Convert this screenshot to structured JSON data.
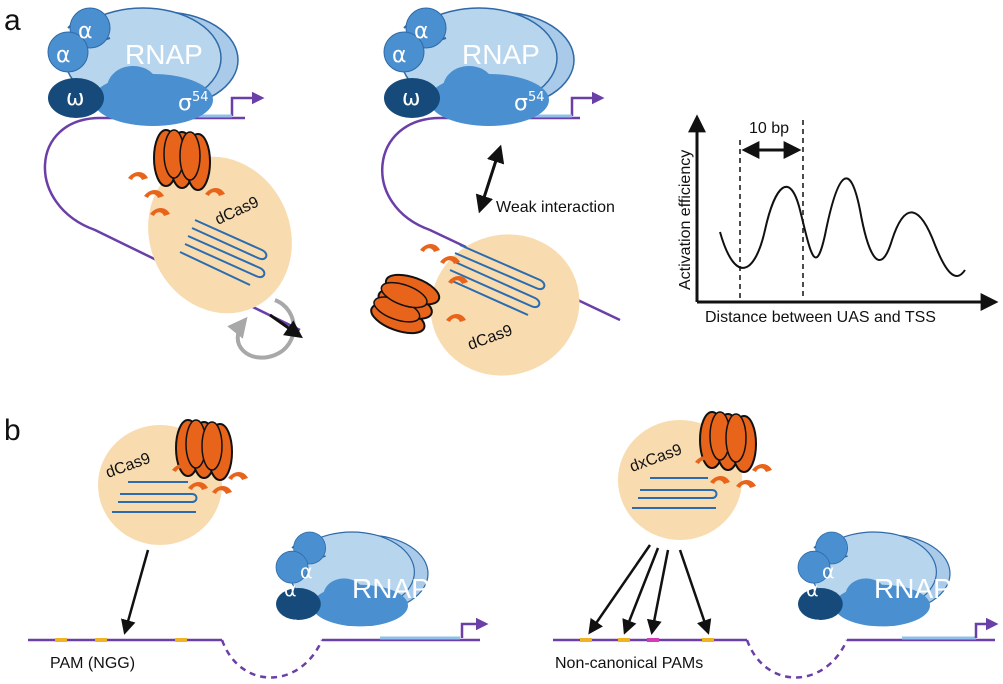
{
  "panels": {
    "a": "a",
    "b": "b"
  },
  "labels": {
    "rnap": "RNAP",
    "alpha": "α",
    "omega": "ω",
    "sigma": "σ",
    "sigma_sup": "54",
    "dcas9": "dCas9",
    "dxcas9": "dxCas9",
    "weak_interaction": "Weak interaction",
    "pam_ngg": "PAM (NGG)",
    "noncanonical_pams": "Non-canonical PAMs"
  },
  "graph": {
    "ylabel": "Activation efficiency",
    "xlabel": "Distance between UAS and TSS",
    "period_label": "10 bp"
  },
  "colors": {
    "rnap_light": "#a9cbe9",
    "rnap_mid": "#4a8fd0",
    "omega_dark": "#154a7a",
    "dna": "#6a3fa8",
    "cas9_body": "#f8dcb0",
    "effector": "#e8641b",
    "guide": "#2b6cb0",
    "pam_mark": "#f0b323",
    "pam_alt": "#d23cb4",
    "rotation": "#a8a8a8"
  }
}
